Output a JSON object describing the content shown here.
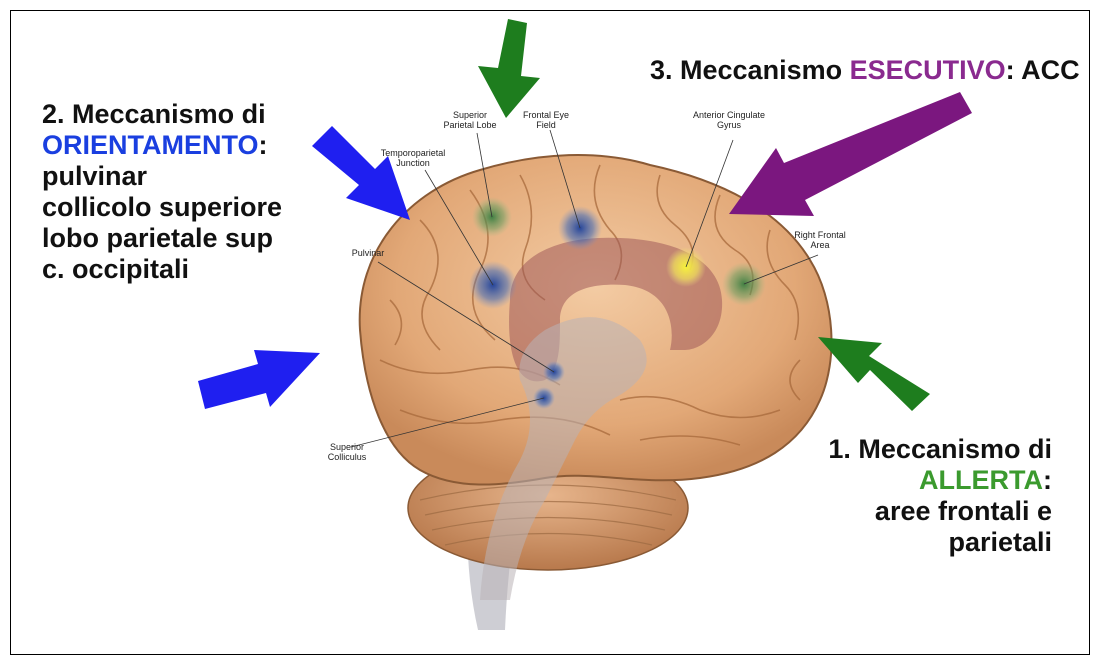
{
  "labels": {
    "orienting": {
      "prefix": "2. Meccanismo di",
      "keyword": "ORIENTAMENTO",
      "colon": ":",
      "lines": [
        "pulvinar",
        "collicolo superiore",
        "lobo parietale sup",
        "c. occipitali"
      ]
    },
    "executive": {
      "prefix": "3. Meccanismo",
      "keyword": "ESECUTIVO",
      "suffix": ": ACC"
    },
    "alerting": {
      "prefix": "1. Meccanismo di",
      "keyword": "ALLERTA",
      "colon": ":",
      "lines": [
        "aree frontali e",
        "parietali"
      ]
    }
  },
  "brain_labels": {
    "superior_parietal": [
      "Superior",
      "Parietal Lobe"
    ],
    "frontal_eye": [
      "Frontal Eye",
      "Field"
    ],
    "temporoparietal": [
      "Temporoparietal",
      "Junction"
    ],
    "anterior_cingulate": [
      "Anterior Cingulate",
      "Gyrus"
    ],
    "right_frontal": [
      "Right Frontal",
      "Area"
    ],
    "pulvinar": [
      "Pulvinar"
    ],
    "superior_colliculus": [
      "Superior",
      "Colliculus"
    ]
  },
  "colors": {
    "orienting": "#1a3fe0",
    "executive": "#8a2a8f",
    "alerting": "#3b9a2e",
    "arrow_blue": "#1f1ff0",
    "arrow_green": "#1e7d1e",
    "arrow_purple": "#7b177f"
  }
}
